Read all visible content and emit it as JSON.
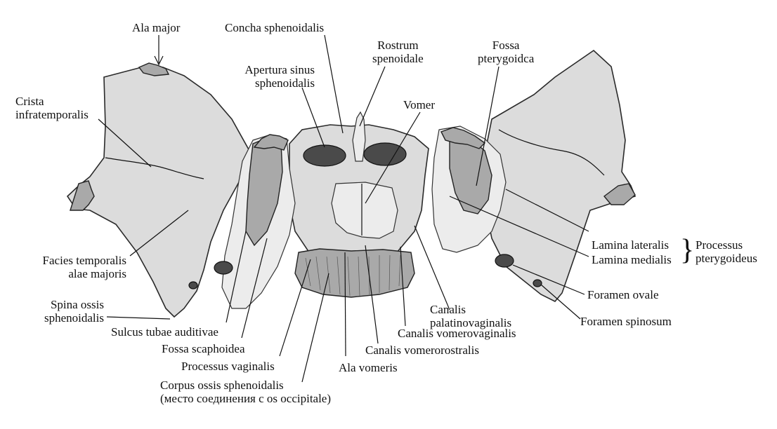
{
  "labels": {
    "ala_major": "Ala major",
    "concha_sphenoidalis": "Concha sphenoidalis",
    "rostrum_line1": "Rostrum",
    "rostrum_line2": "spenoidale",
    "fossa_line1": "Fossa",
    "fossa_line2": "pterygoidca",
    "apertura_line1": "Apertura sinus",
    "apertura_line2": "sphenoidalis",
    "vomer": "Vomer",
    "crista_line1": "Crista",
    "crista_line2": "infratemporalis",
    "lamina_lateralis": "Lamina lateralis",
    "lamina_medialis": "Lamina medialis",
    "brace": "}",
    "processus_line1": "Processus",
    "processus_line2": "pterygoideus",
    "facies_line1": "Facies temporalis",
    "facies_line2": "alae majoris",
    "foramen_ovale": "Foramen ovale",
    "spina_line1": "Spina ossis",
    "spina_line2": "sphenoidalis",
    "canalis_pal_line1": "Canalis",
    "canalis_pal_line2": "palatinovaginalis",
    "foramen_spinosum": "Foramen spinosum",
    "sulcus": "Sulcus tubae auditivae",
    "canalis_vomerovaginalis": "Canalis vomerovaginalis",
    "fossa_scaphoidea": "Fossa scaphoidea",
    "canalis_vomerorostralis": "Canalis vomerorostralis",
    "processus_vaginalis": "Processus vaginalis",
    "ala_vomeris": "Ala vomeris",
    "corpus_line1": "Corpus ossis sphenoidalis",
    "corpus_line2": "(место соединения с os occipitale)"
  }
}
